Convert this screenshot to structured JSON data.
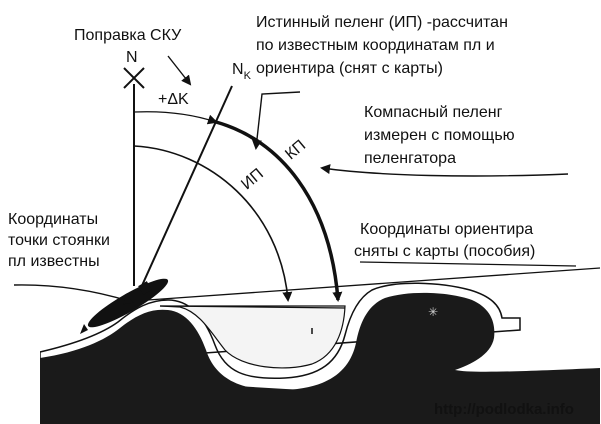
{
  "labels": {
    "sku_correction": "Поправка СКУ",
    "north": "N",
    "compass_north": "N",
    "compass_north_sub": "K",
    "delta_k": "+ΔK",
    "true_bearing_line1": "Истинный пеленг (ИП) -рассчитан",
    "true_bearing_line2": "по известным координатам пл и",
    "true_bearing_line3": "ориентира (снят с карты)",
    "compass_bearing_line1": "Компасный пеленг",
    "compass_bearing_line2": "измерен с помощью",
    "compass_bearing_line3": "пеленгатора",
    "kp": "КП",
    "ip": "ИП",
    "sub_coords_line1": "Координаты",
    "sub_coords_line2": "точки стоянки",
    "sub_coords_line3": "пл известны",
    "landmark_coords_line1": "Координаты ориентира",
    "landmark_coords_line2": "сняты с карты (пособия)",
    "watermark": "http://podlodka.info"
  }
}
